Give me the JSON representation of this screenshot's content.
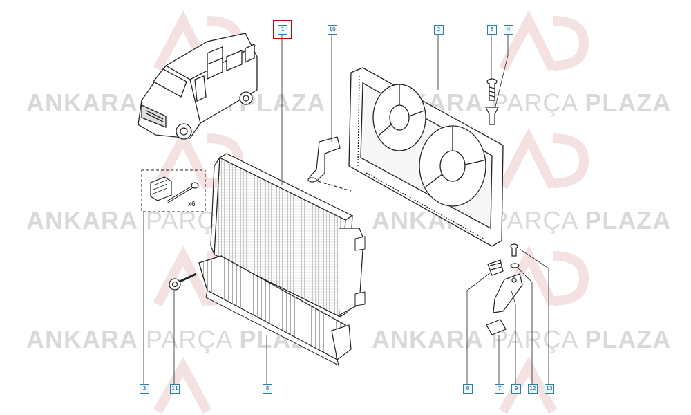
{
  "watermark": {
    "word1": "ANKARA",
    "word2": "PARÇA",
    "word3": "PLAZA"
  },
  "callouts": {
    "c1": "1",
    "c10": "10",
    "c2": "2",
    "c5": "5",
    "c4": "4",
    "c3": "3",
    "c11": "11",
    "c8": "8",
    "c6": "6",
    "c7": "7",
    "c9": "9",
    "c12": "12",
    "c13": "13"
  },
  "kit_quantity": "x6",
  "highlighted_callout": "1"
}
